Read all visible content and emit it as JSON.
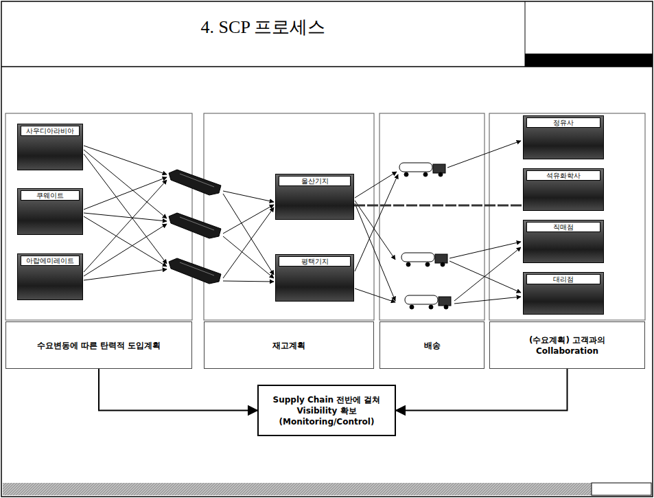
{
  "diagram": {
    "title": "4. SCP 프로세스",
    "nodes": [
      {
        "text": [
          "사우디아라비아"
        ]
      },
      {
        "text": [
          "쿠웨이트"
        ]
      },
      {
        "text": [
          "아랍에미레이트"
        ]
      },
      {
        "text": [
          "울산기지"
        ]
      },
      {
        "text": [
          "평택기지"
        ]
      },
      {
        "text": [
          "정유사"
        ]
      },
      {
        "text": [
          "석유화학사"
        ]
      },
      {
        "text": [
          "직매점"
        ]
      },
      {
        "text": [
          "대리점"
        ]
      },
      {
        "text": [
          "수요변동에 따른 탄력적 도입계획"
        ]
      },
      {
        "text": [
          "재고계획"
        ]
      },
      {
        "text": [
          "배송"
        ]
      },
      {
        "text": [
          "(수요계획) 고객과의 Collaboration"
        ]
      },
      {
        "text": [
          "Supply Chain 전반에 걸쳐 Visibility 확보 (Monitoring/Control)"
        ]
      }
    ],
    "edges": [
      {
        "from": 9,
        "to": 13,
        "arrow": "to"
      },
      {
        "from": 12,
        "to": 13,
        "arrow": "to"
      },
      {
        "from": 3,
        "to": 6,
        "arrow": "none"
      }
    ]
  }
}
